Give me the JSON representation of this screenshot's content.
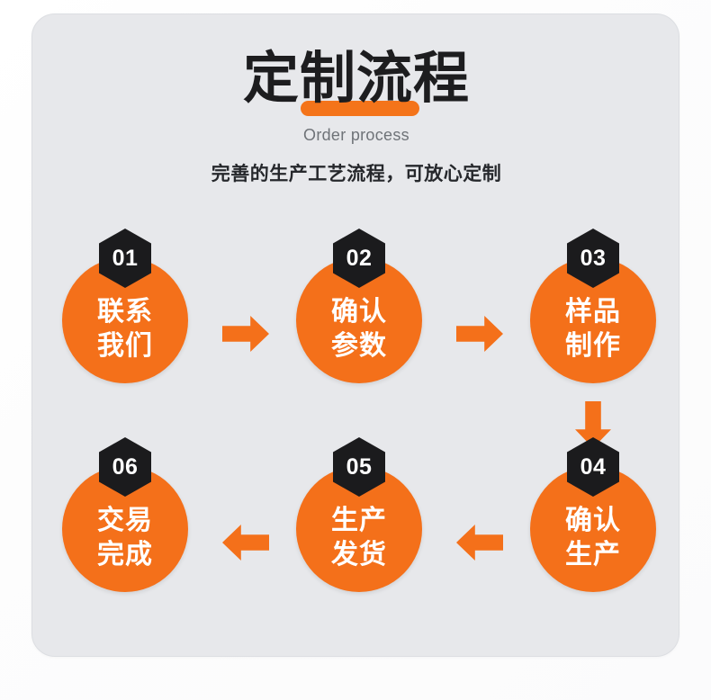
{
  "panel": {
    "background_color": "#E7E8EB",
    "border_color": "#DCDEE2"
  },
  "header": {
    "title": "定制流程",
    "subtitle_en": "Order process",
    "subtitle_cn": "完善的生产工艺流程，可放心定制",
    "highlight_color": "#F4741A",
    "title_color": "#1D1D1F",
    "subtitle_en_color": "#6F7378"
  },
  "theme": {
    "accent_orange": "#F4701A",
    "badge_dark": "#1B1B1D",
    "label_white": "#FFFFFF"
  },
  "steps": [
    {
      "number": "01",
      "line1": "联系",
      "line2": "我们"
    },
    {
      "number": "02",
      "line1": "确认",
      "line2": "参数"
    },
    {
      "number": "03",
      "line1": "样品",
      "line2": "制作"
    },
    {
      "number": "04",
      "line1": "确认",
      "line2": "生产"
    },
    {
      "number": "05",
      "line1": "生产",
      "line2": "发货"
    },
    {
      "number": "06",
      "line1": "交易",
      "line2": "完成"
    }
  ],
  "arrows": [
    {
      "id": "arrow-1-to-2",
      "direction": "right"
    },
    {
      "id": "arrow-2-to-3",
      "direction": "right"
    },
    {
      "id": "arrow-3-to-4",
      "direction": "down"
    },
    {
      "id": "arrow-4-to-5",
      "direction": "left"
    },
    {
      "id": "arrow-5-to-6",
      "direction": "left"
    }
  ]
}
